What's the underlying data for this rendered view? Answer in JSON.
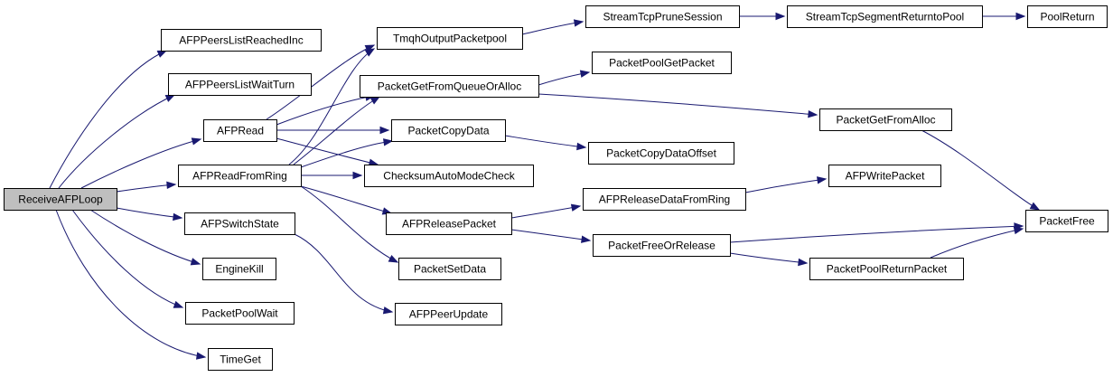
{
  "graph": {
    "root": "ReceiveAFPLoop",
    "nodes": [
      {
        "id": "ReceiveAFPLoop",
        "label": "ReceiveAFPLoop"
      },
      {
        "id": "AFPPeersListReachedInc",
        "label": "AFPPeersListReachedInc"
      },
      {
        "id": "AFPPeersListWaitTurn",
        "label": "AFPPeersListWaitTurn"
      },
      {
        "id": "AFPRead",
        "label": "AFPRead"
      },
      {
        "id": "AFPReadFromRing",
        "label": "AFPReadFromRing"
      },
      {
        "id": "AFPSwitchState",
        "label": "AFPSwitchState"
      },
      {
        "id": "EngineKill",
        "label": "EngineKill"
      },
      {
        "id": "PacketPoolWait",
        "label": "PacketPoolWait"
      },
      {
        "id": "TimeGet",
        "label": "TimeGet"
      },
      {
        "id": "TmqhOutputPacketpool",
        "label": "TmqhOutputPacketpool"
      },
      {
        "id": "PacketGetFromQueueOrAlloc",
        "label": "PacketGetFromQueueOrAlloc"
      },
      {
        "id": "PacketCopyData",
        "label": "PacketCopyData"
      },
      {
        "id": "ChecksumAutoModeCheck",
        "label": "ChecksumAutoModeCheck"
      },
      {
        "id": "AFPReleasePacket",
        "label": "AFPReleasePacket"
      },
      {
        "id": "PacketSetData",
        "label": "PacketSetData"
      },
      {
        "id": "AFPPeerUpdate",
        "label": "AFPPeerUpdate"
      },
      {
        "id": "StreamTcpPruneSession",
        "label": "StreamTcpPruneSession"
      },
      {
        "id": "StreamTcpSegmentReturntoPool",
        "label": "StreamTcpSegmentReturntoPool"
      },
      {
        "id": "PoolReturn",
        "label": "PoolReturn"
      },
      {
        "id": "PacketPoolGetPacket",
        "label": "PacketPoolGetPacket"
      },
      {
        "id": "PacketGetFromAlloc",
        "label": "PacketGetFromAlloc"
      },
      {
        "id": "PacketCopyDataOffset",
        "label": "PacketCopyDataOffset"
      },
      {
        "id": "AFPReleaseDataFromRing",
        "label": "AFPReleaseDataFromRing"
      },
      {
        "id": "AFPWritePacket",
        "label": "AFPWritePacket"
      },
      {
        "id": "PacketFreeOrRelease",
        "label": "PacketFreeOrRelease"
      },
      {
        "id": "PacketFree",
        "label": "PacketFree"
      },
      {
        "id": "PacketPoolReturnPacket",
        "label": "PacketPoolReturnPacket"
      }
    ],
    "edges": [
      {
        "from": "ReceiveAFPLoop",
        "to": "AFPPeersListReachedInc"
      },
      {
        "from": "ReceiveAFPLoop",
        "to": "AFPPeersListWaitTurn"
      },
      {
        "from": "ReceiveAFPLoop",
        "to": "AFPRead"
      },
      {
        "from": "ReceiveAFPLoop",
        "to": "AFPReadFromRing"
      },
      {
        "from": "ReceiveAFPLoop",
        "to": "AFPSwitchState"
      },
      {
        "from": "ReceiveAFPLoop",
        "to": "EngineKill"
      },
      {
        "from": "ReceiveAFPLoop",
        "to": "PacketPoolWait"
      },
      {
        "from": "ReceiveAFPLoop",
        "to": "TimeGet"
      },
      {
        "from": "AFPRead",
        "to": "TmqhOutputPacketpool"
      },
      {
        "from": "AFPRead",
        "to": "PacketGetFromQueueOrAlloc"
      },
      {
        "from": "AFPRead",
        "to": "PacketCopyData"
      },
      {
        "from": "AFPRead",
        "to": "ChecksumAutoModeCheck"
      },
      {
        "from": "AFPReadFromRing",
        "to": "TmqhOutputPacketpool"
      },
      {
        "from": "AFPReadFromRing",
        "to": "PacketGetFromQueueOrAlloc"
      },
      {
        "from": "AFPReadFromRing",
        "to": "PacketCopyData"
      },
      {
        "from": "AFPReadFromRing",
        "to": "ChecksumAutoModeCheck"
      },
      {
        "from": "AFPReadFromRing",
        "to": "AFPReleasePacket"
      },
      {
        "from": "AFPReadFromRing",
        "to": "PacketSetData"
      },
      {
        "from": "AFPSwitchState",
        "to": "AFPPeerUpdate"
      },
      {
        "from": "TmqhOutputPacketpool",
        "to": "StreamTcpPruneSession"
      },
      {
        "from": "StreamTcpPruneSession",
        "to": "StreamTcpSegmentReturntoPool"
      },
      {
        "from": "StreamTcpSegmentReturntoPool",
        "to": "PoolReturn"
      },
      {
        "from": "PacketGetFromQueueOrAlloc",
        "to": "PacketPoolGetPacket"
      },
      {
        "from": "PacketGetFromQueueOrAlloc",
        "to": "PacketGetFromAlloc"
      },
      {
        "from": "PacketCopyData",
        "to": "PacketCopyDataOffset"
      },
      {
        "from": "AFPReleasePacket",
        "to": "AFPReleaseDataFromRing"
      },
      {
        "from": "AFPReleasePacket",
        "to": "PacketFreeOrRelease"
      },
      {
        "from": "AFPReleaseDataFromRing",
        "to": "AFPWritePacket"
      },
      {
        "from": "PacketFreeOrRelease",
        "to": "PacketFree"
      },
      {
        "from": "PacketFreeOrRelease",
        "to": "PacketPoolReturnPacket"
      },
      {
        "from": "PacketPoolReturnPacket",
        "to": "PacketFree"
      },
      {
        "from": "PacketGetFromAlloc",
        "to": "PacketFree"
      }
    ]
  },
  "colors": {
    "edge": "#191970",
    "root_fill": "#bfbfbf",
    "node_fill": "#ffffff",
    "node_border": "#000000"
  }
}
